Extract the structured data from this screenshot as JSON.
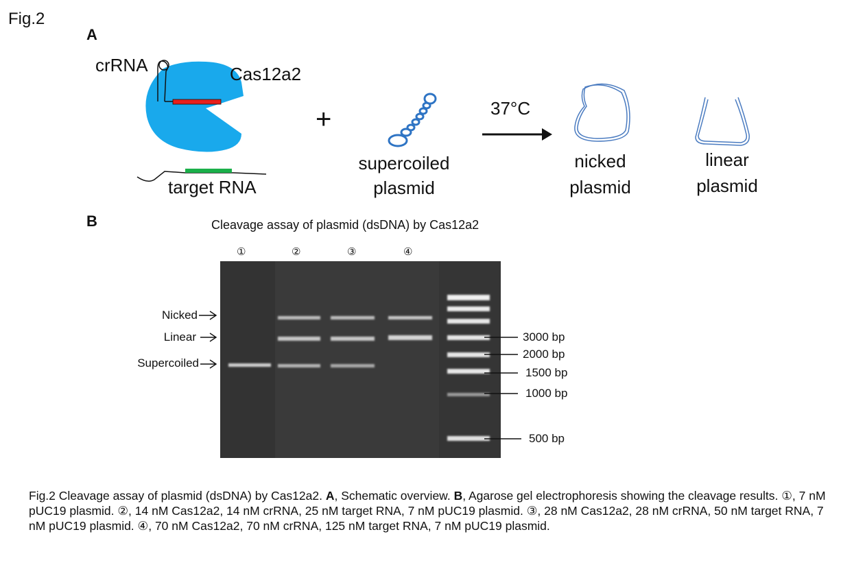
{
  "figure_label": "Fig.2",
  "panel_a": {
    "label": "A",
    "crRNA": "crRNA",
    "cas": "Cas12a2",
    "target_rna": "target RNA",
    "plus": "+",
    "supercoiled": [
      "supercoiled",
      "plasmid"
    ],
    "temperature": "37°C",
    "nicked": [
      "nicked",
      "plasmid"
    ],
    "linear": [
      "linear",
      "plasmid"
    ]
  },
  "panel_b": {
    "label": "B",
    "title": "Cleavage assay of plasmid (dsDNA) by Cas12a2",
    "lanes": [
      "①",
      "②",
      "③",
      "④"
    ],
    "band_labels": [
      "Nicked",
      "Linear",
      "Supercoiled"
    ],
    "ladder": [
      "3000 bp",
      "2000 bp",
      "1500 bp",
      "1000 bp",
      "500 bp"
    ]
  },
  "caption": {
    "prefix": "Fig.2 Cleavage assay of plasmid (dsDNA) by Cas12a2. ",
    "a_label": "A",
    "a_text": ", Schematic overview. ",
    "b_label": "B",
    "b_text": ", Agarose gel electrophoresis showing the cleavage results. ①, 7 nM pUC19 plasmid. ②, 14 nM Cas12a2, 14 nM crRNA, 25 nM target RNA, 7 nM pUC19 plasmid. ③, 28 nM Cas12a2, 28 nM crRNA, 50 nM target RNA, 7 nM pUC19 plasmid. ④, 70 nM Cas12a2, 70 nM crRNA, 125 nM target RNA, 7 nM pUC19 plasmid."
  },
  "colors": {
    "cas_blue": "#19a9ec",
    "crRNA_red": "#e8201c",
    "target_green": "#1bb04a",
    "plasmid_blue": "#2e74c4",
    "outline_blue": "#4a7bc0"
  }
}
